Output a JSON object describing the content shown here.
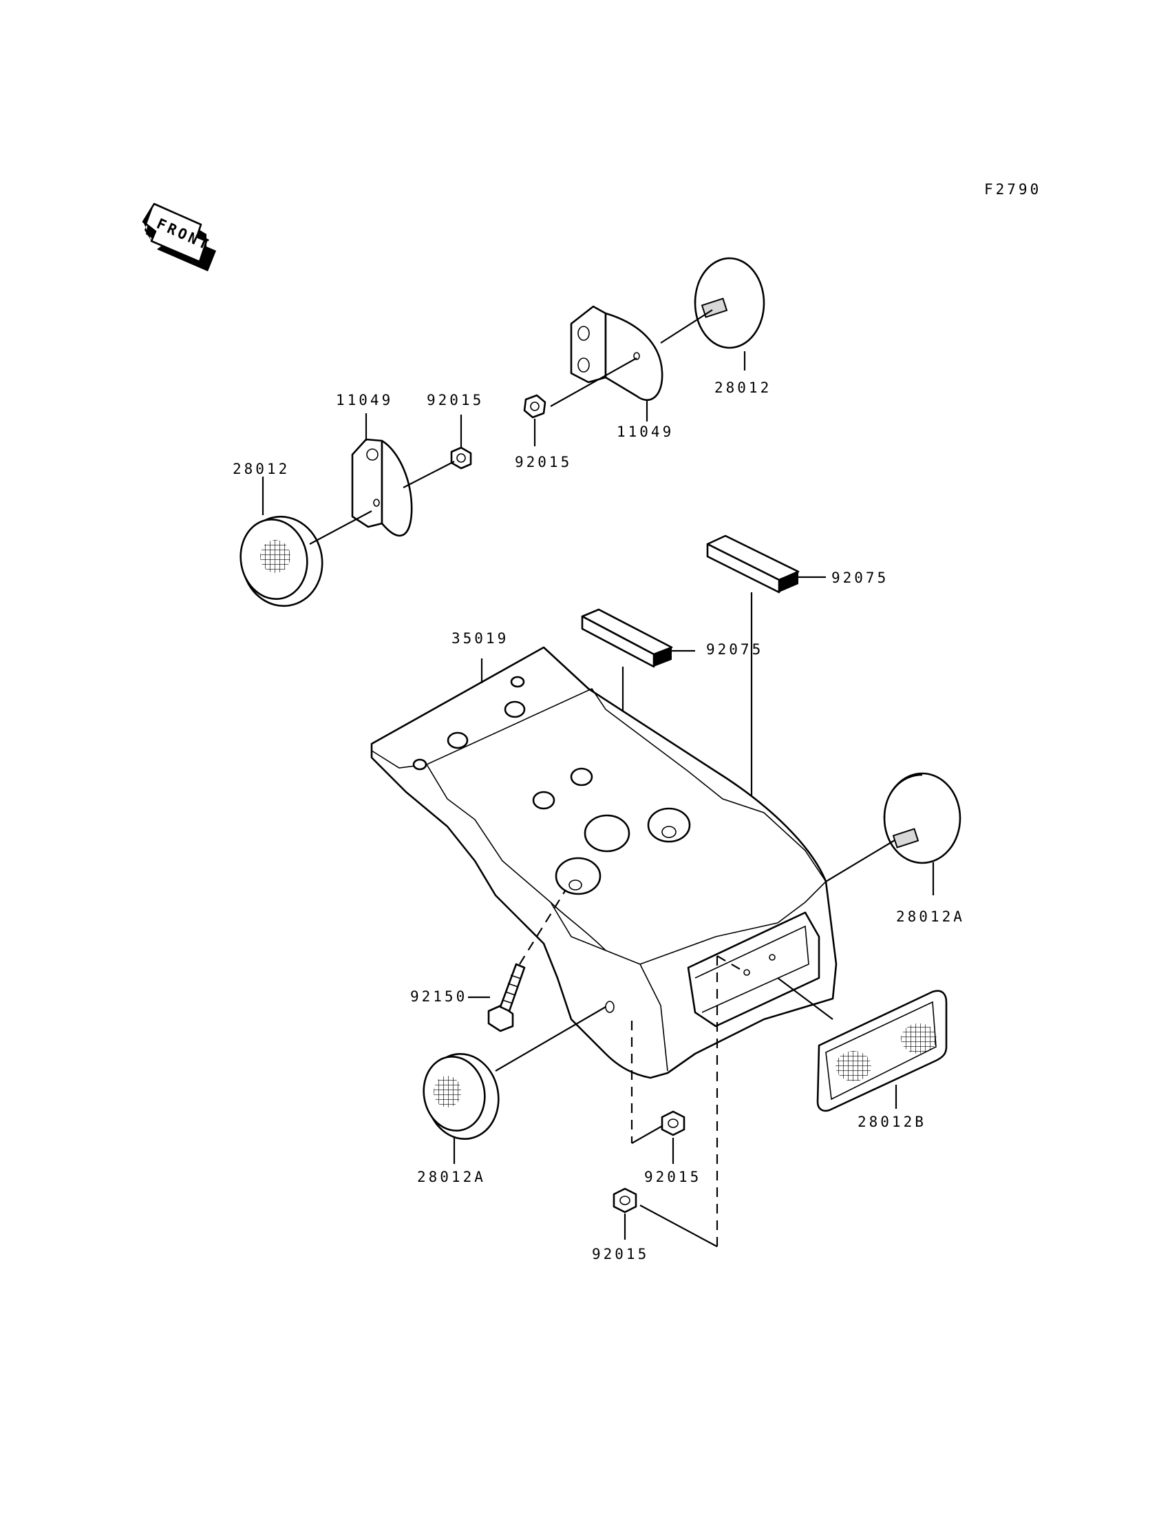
{
  "figure_code": "F2790",
  "front_arrow_label": "FRONT",
  "callouts": {
    "p11049_left": "11049",
    "p92015_left": "92015",
    "p28012_left": "28012",
    "p11049_right": "11049",
    "p92015_top": "92015",
    "p28012_right": "28012",
    "p92075_upper": "92075",
    "p92075_lower": "92075",
    "p35019": "35019",
    "p28012A_right": "28012A",
    "p92150": "92150",
    "p28012A_left": "28012A",
    "p28012B": "28012B",
    "p92015_mid": "92015",
    "p92015_bottom": "92015"
  }
}
